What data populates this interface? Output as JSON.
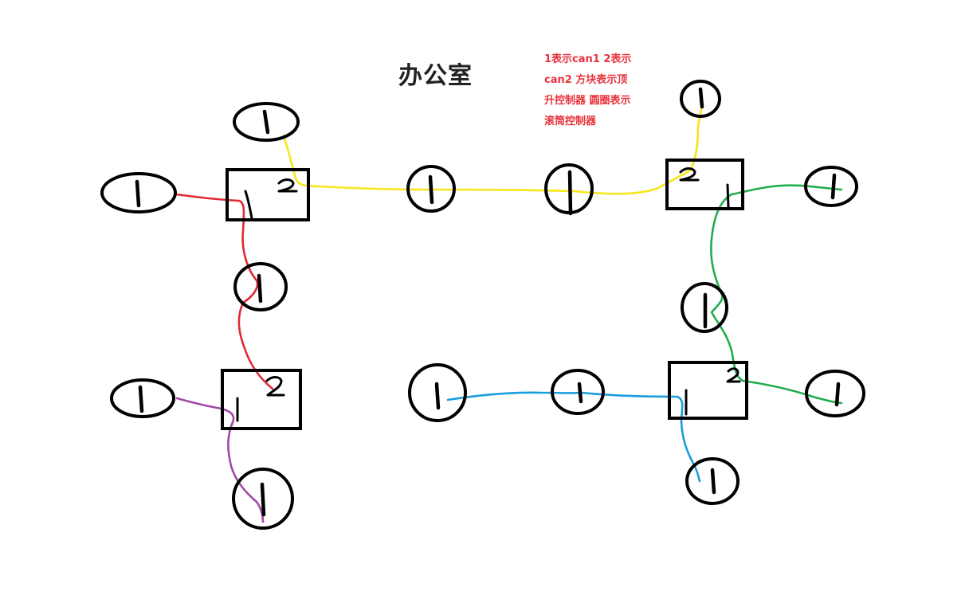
{
  "title": "办公室",
  "legend": {
    "lines": [
      "1表示can1 2表示",
      "can2 方块表示顶",
      "升控制器 圆圈表示",
      "滚筒控制器"
    ]
  },
  "wire_colors": {
    "red": "#e02a35",
    "yellow": "#f7e61c",
    "green": "#22ad4b",
    "blue": "#1a9ddc",
    "purple": "#a349a4"
  },
  "icons": {
    "lift_controller": "square-box",
    "roller_controller": "circle-with-1"
  }
}
